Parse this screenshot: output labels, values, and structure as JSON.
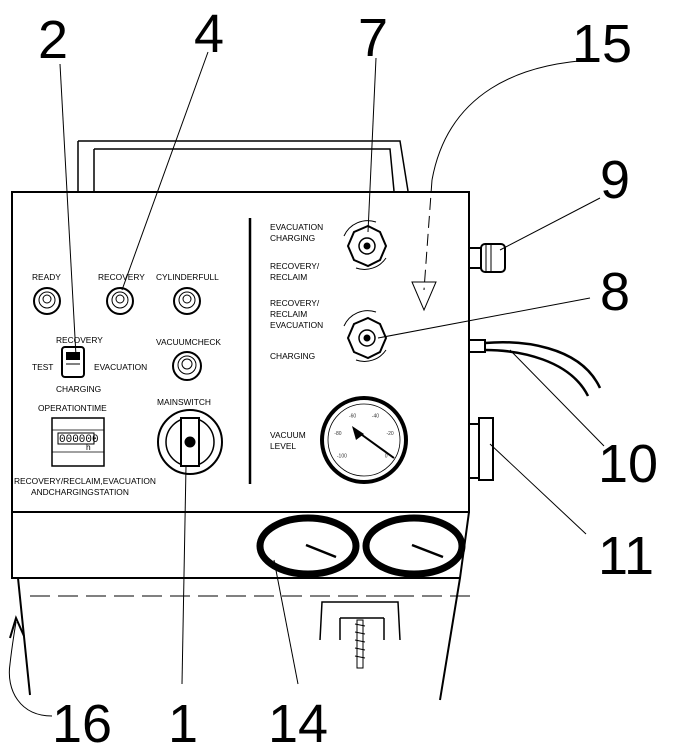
{
  "callouts": {
    "c1": "1",
    "c2": "2",
    "c4": "4",
    "c7": "7",
    "c8": "8",
    "c9": "9",
    "c10": "10",
    "c11": "11",
    "c14": "14",
    "c15": "15",
    "c16": "16"
  },
  "panel": {
    "ready": "READY",
    "recovery": "RECOVERY",
    "cylinder_full": "CYLINDERFULL",
    "selector_recovery": "RECOVERY",
    "selector_test": "TEST",
    "selector_evacuation": "EVACUATION",
    "selector_charging": "CHARGING",
    "vacuum_check": "VACUUMCHECK",
    "operation_time": "OPERATIONTIME",
    "counter_value": "000000",
    "counter_unit": "h",
    "main_switch": "MAINSWITCH",
    "station_line1": "RECOVERY/RECLAIM,EVACUATION",
    "station_line2": "ANDCHARGINGSTATION"
  },
  "valves": {
    "v7_line1": "EVACUATION",
    "v7_line2": "CHARGING",
    "v7_line3": "RECOVERY/",
    "v7_line4": "RECLAIM",
    "v8_line1": "RECOVERY/",
    "v8_line2": "RECLAIM",
    "v8_line3": "EVACUATION",
    "v8_line4": "CHARGING"
  },
  "vacuum_gauge": {
    "label_line1": "VACUUM",
    "label_line2": "LEVEL",
    "ticks": [
      "-100",
      "-80",
      "-60",
      "-40",
      "-20",
      "0"
    ]
  }
}
